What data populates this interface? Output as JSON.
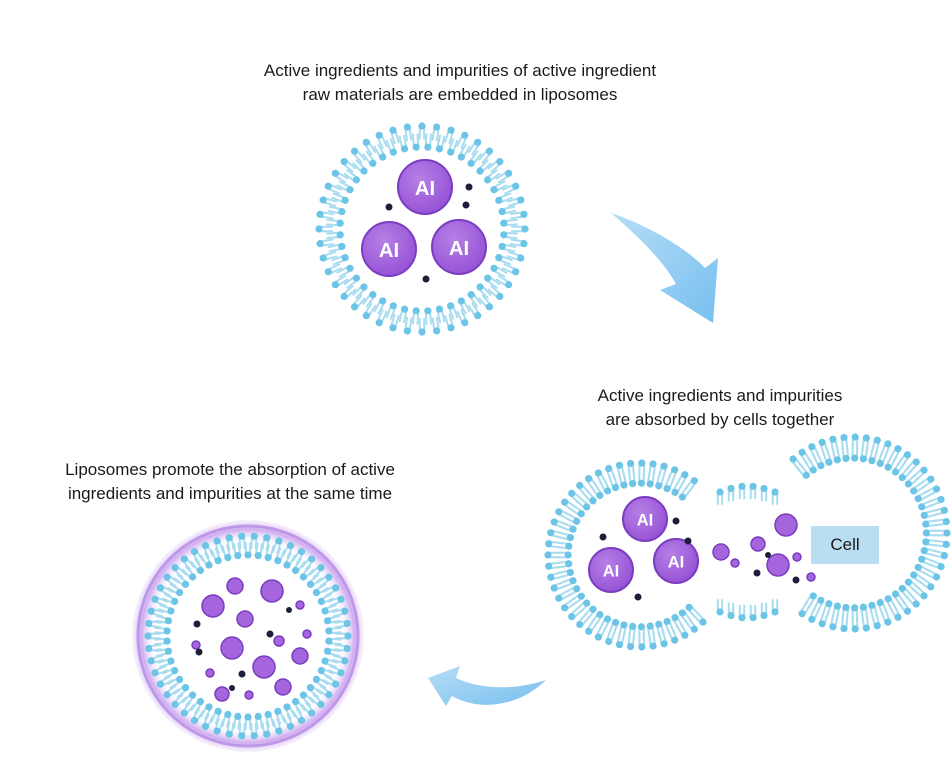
{
  "captions": {
    "step1": [
      "Active ingredients and impurities of active ingredient",
      "raw materials are embedded in liposomes"
    ],
    "step2": [
      "Active ingredients and impurities",
      "are absorbed by cells together"
    ],
    "step3": [
      "Liposomes promote the absorption of active",
      "ingredients and impurities at the same time"
    ]
  },
  "labels": {
    "active_ingredient": "AI",
    "cell": "Cell"
  },
  "colors": {
    "membrane": "#6cc4e6",
    "membrane_light": "#a8dcf0",
    "active_ingredient": "#a565dc",
    "active_ingredient_stroke": "#7a3cc0",
    "impurity": "#1e1e3a",
    "arrow": "#8ccbf0",
    "glow": "#c9a3ee"
  }
}
